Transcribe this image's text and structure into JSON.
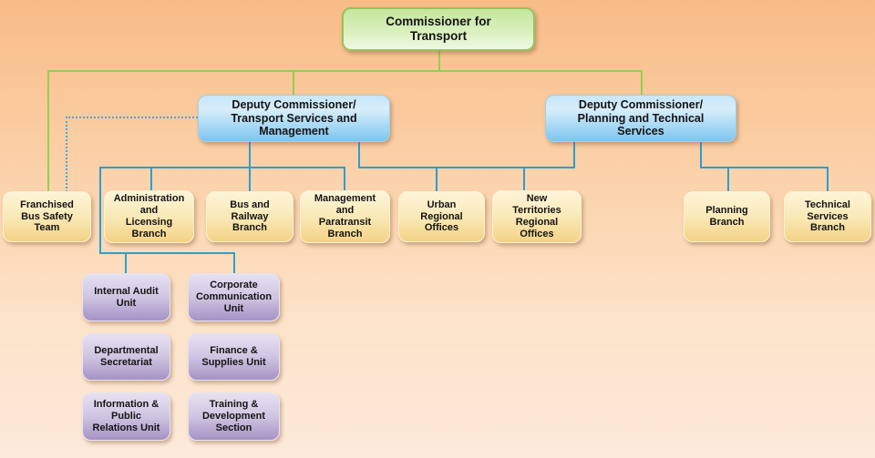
{
  "chart_data": {
    "type": "org-chart",
    "title": "",
    "root": "Commissioner for Transport",
    "hierarchy": [
      {
        "parent": "Commissioner for Transport",
        "children": [
          "Deputy Commissioner/ Transport Services and Management",
          "Deputy Commissioner/ Planning and Technical Services",
          "Franchised Bus Safety Team"
        ]
      },
      {
        "parent": "Deputy Commissioner/ Transport Services and Management",
        "children": [
          "Administration and Licensing Branch",
          "Bus and Railway Branch",
          "Management and Paratransit Branch",
          "Urban Regional Offices",
          "New Territories Regional Offices",
          "Internal Audit Unit",
          "Corporate Communication Unit"
        ],
        "dotted_link": "Franchised Bus Safety Team"
      },
      {
        "parent": "Deputy Commissioner/ Planning and Technical Services",
        "children": [
          "Urban Regional Offices",
          "New Territories Regional Offices",
          "Planning Branch",
          "Technical Services Branch"
        ]
      }
    ]
  },
  "nodes": {
    "commissioner": {
      "label": "Commissioner for\nTransport"
    },
    "deputy_transport": {
      "label": "Deputy Commissioner/\nTransport  Services and\nManagement"
    },
    "deputy_planning": {
      "label": "Deputy Commissioner/\nPlanning and Technical\nServices"
    },
    "franchised": {
      "label": "Franchised\nBus Safety\nTeam"
    },
    "admin_licensing": {
      "label": "Administration\nand\nLicensing\nBranch"
    },
    "bus_railway": {
      "label": "Bus and\nRailway\nBranch"
    },
    "management_paratransit": {
      "label": "Management\nand\nParatransit\nBranch"
    },
    "urban_regional": {
      "label": "Urban\nRegional\nOffices"
    },
    "nt_regional": {
      "label": "New\nTerritories\nRegional\nOffices"
    },
    "planning_branch": {
      "label": "Planning\nBranch"
    },
    "technical_services": {
      "label": "Technical\nServices\nBranch"
    },
    "internal_audit": {
      "label": "Internal Audit\nUnit"
    },
    "corporate_comm": {
      "label": "Corporate\nCommunication\nUnit"
    },
    "dept_secretariat": {
      "label": "Departmental\nSecretariat"
    },
    "finance_supplies": {
      "label": "Finance &\nSupplies Unit"
    },
    "info_public_relations": {
      "label": "Information &\nPublic\nRelations Unit"
    },
    "training_development": {
      "label": "Training &\nDevelopment\nSection"
    }
  },
  "colors": {
    "background_top": "#f8bc87",
    "background_bottom": "#fdeadb",
    "root_box": "#d9f0bd",
    "root_border": "#94c45c",
    "deputy_box": "#aadaf5",
    "branch_box": "#f8e5ab",
    "unit_box": "#c5b9dc",
    "line_green": "#92d050",
    "line_blue": "#2b9fd1"
  }
}
